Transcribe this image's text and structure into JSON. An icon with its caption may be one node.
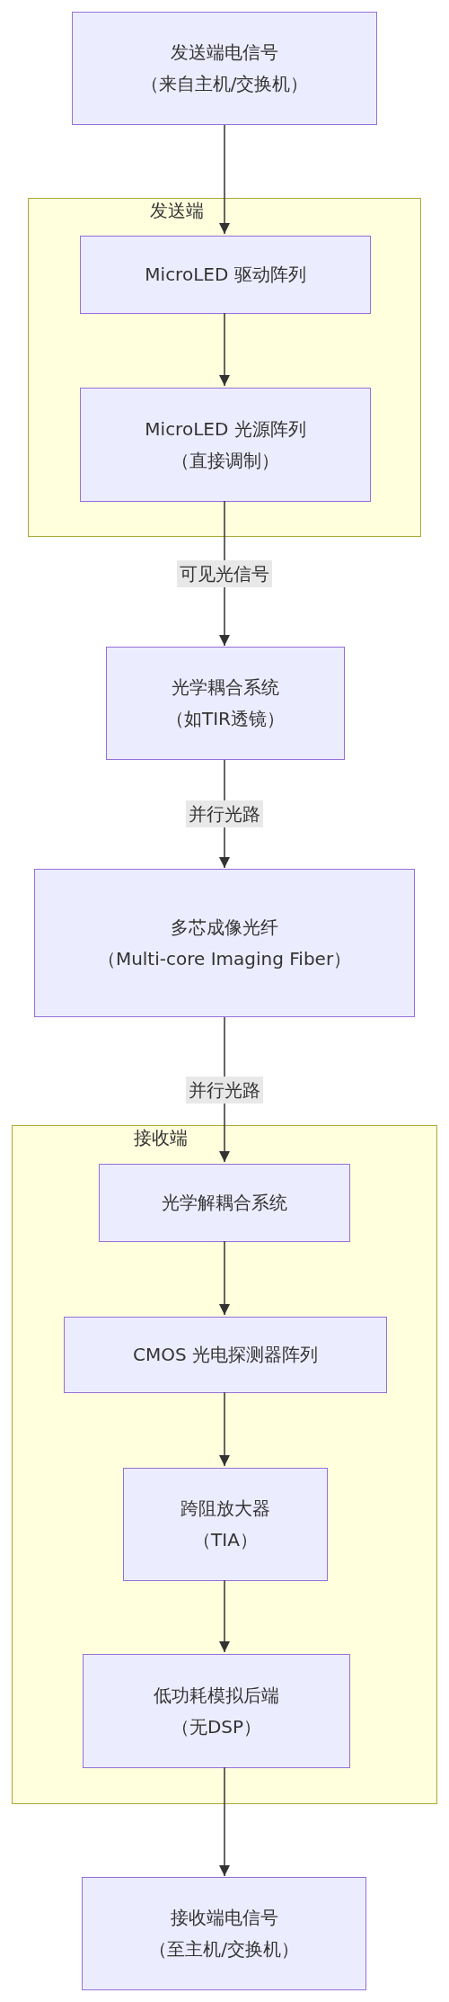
{
  "diagram": {
    "nodes": [
      {
        "text": [
          "发送端电信号",
          "（来自主机/交换机）"
        ]
      },
      {
        "text": [
          "发送端"
        ]
      },
      {
        "text": [
          "MicroLED 驱动阵列"
        ],
        "in": 1
      },
      {
        "text": [
          "MicroLED 光源阵列",
          "（直接调制）"
        ],
        "in": 1
      },
      {
        "text": [
          "光学耦合系统",
          "（如TIR透镜）"
        ]
      },
      {
        "text": [
          "多芯成像光纤",
          "（Multi-core Imaging Fiber）"
        ]
      },
      {
        "text": [
          "接收端"
        ]
      },
      {
        "text": [
          "光学解耦合系统"
        ],
        "in": 6
      },
      {
        "text": [
          "CMOS 光电探测器阵列"
        ],
        "in": 6
      },
      {
        "text": [
          "跨阻放大器",
          "（TIA）"
        ],
        "in": 6
      },
      {
        "text": [
          "低功耗模拟后端",
          "（无DSP）"
        ],
        "in": 6
      },
      {
        "text": [
          "接收端电信号",
          "（至主机/交换机）"
        ]
      }
    ],
    "edges": [
      {
        "from": 0,
        "to": 2,
        "arrow": "to"
      },
      {
        "from": 2,
        "to": 3,
        "arrow": "to"
      },
      {
        "from": 3,
        "to": 4,
        "arrow": "to",
        "label": "可见光信号"
      },
      {
        "from": 4,
        "to": 5,
        "arrow": "to",
        "label": "并行光路"
      },
      {
        "from": 5,
        "to": 7,
        "arrow": "to",
        "label": "并行光路"
      },
      {
        "from": 7,
        "to": 8,
        "arrow": "to"
      },
      {
        "from": 8,
        "to": 9,
        "arrow": "to"
      },
      {
        "from": 9,
        "to": 10,
        "arrow": "to"
      },
      {
        "from": 10,
        "to": 11,
        "arrow": "to"
      }
    ]
  }
}
